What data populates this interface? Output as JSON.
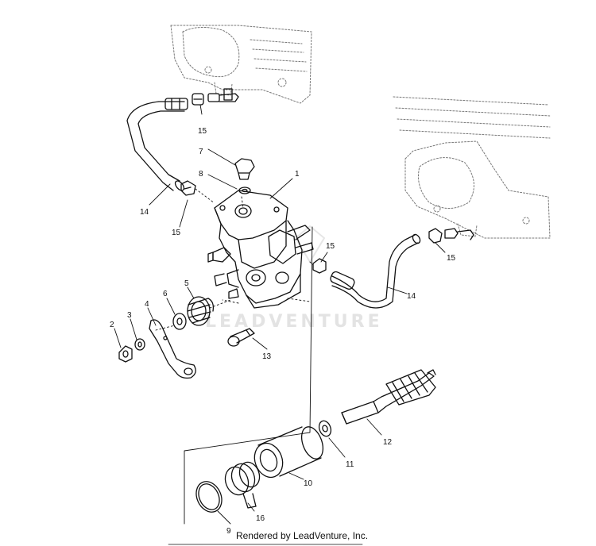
{
  "watermark": "LEADVENTURE",
  "credit": "Rendered by LeadVenture, Inc.",
  "callouts": [
    {
      "id": "1",
      "text": "1"
    },
    {
      "id": "2",
      "text": "2"
    },
    {
      "id": "3",
      "text": "3"
    },
    {
      "id": "4",
      "text": "4"
    },
    {
      "id": "5",
      "text": "5"
    },
    {
      "id": "6",
      "text": "6"
    },
    {
      "id": "7",
      "text": "7"
    },
    {
      "id": "8",
      "text": "8"
    },
    {
      "id": "9",
      "text": "9"
    },
    {
      "id": "10",
      "text": "10"
    },
    {
      "id": "11",
      "text": "11"
    },
    {
      "id": "12",
      "text": "12"
    },
    {
      "id": "13",
      "text": "13"
    },
    {
      "id": "14a",
      "text": "14"
    },
    {
      "id": "14b",
      "text": "14"
    },
    {
      "id": "15a",
      "text": "15"
    },
    {
      "id": "15b",
      "text": "15"
    },
    {
      "id": "15c",
      "text": "15"
    },
    {
      "id": "15d",
      "text": "15"
    },
    {
      "id": "16",
      "text": "16"
    }
  ]
}
